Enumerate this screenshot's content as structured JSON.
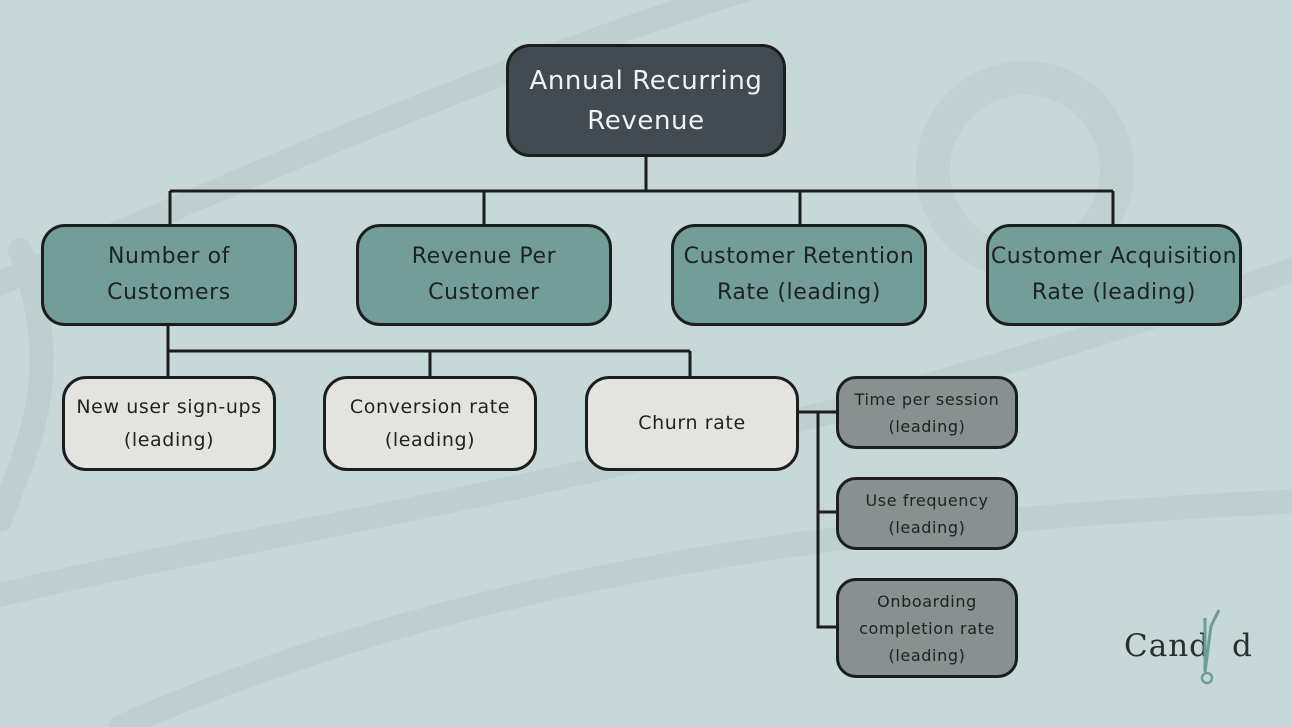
{
  "diagram": {
    "title": "Annual Recurring Revenue",
    "colors": {
      "background": "#c6d8d7",
      "root": "#424a52",
      "level1": "#729d98",
      "level2": "#e3e4df",
      "level3": "#88918f",
      "connector": "#1b1d1e",
      "logo_accent": "#6a9e97"
    },
    "root": {
      "label": "Annual Recurring\nRevenue"
    },
    "level1": [
      {
        "id": "customers",
        "label": "Number of\nCustomers"
      },
      {
        "id": "revenue-per-customer",
        "label": "Revenue Per\nCustomer"
      },
      {
        "id": "retention",
        "label": "Customer Retention\nRate (leading)"
      },
      {
        "id": "acquisition",
        "label": "Customer Acquisition\nRate (leading)"
      }
    ],
    "level2": [
      {
        "id": "signups",
        "parent": "customers",
        "label": "New user sign-ups\n(leading)"
      },
      {
        "id": "conversion",
        "parent": "customers",
        "label": "Conversion rate\n(leading)"
      },
      {
        "id": "churn",
        "parent": "customers",
        "label": "Churn rate"
      }
    ],
    "level3": [
      {
        "id": "time-per-session",
        "parent": "churn",
        "label": "Time per session\n(leading)"
      },
      {
        "id": "use-frequency",
        "parent": "churn",
        "label": "Use frequency\n(leading)"
      },
      {
        "id": "onboarding",
        "parent": "churn",
        "label": "Onboarding\ncompletion rate\n(leading)"
      }
    ]
  },
  "logo": {
    "text_before": "Cand",
    "text_after": "d",
    "mark": "!"
  }
}
